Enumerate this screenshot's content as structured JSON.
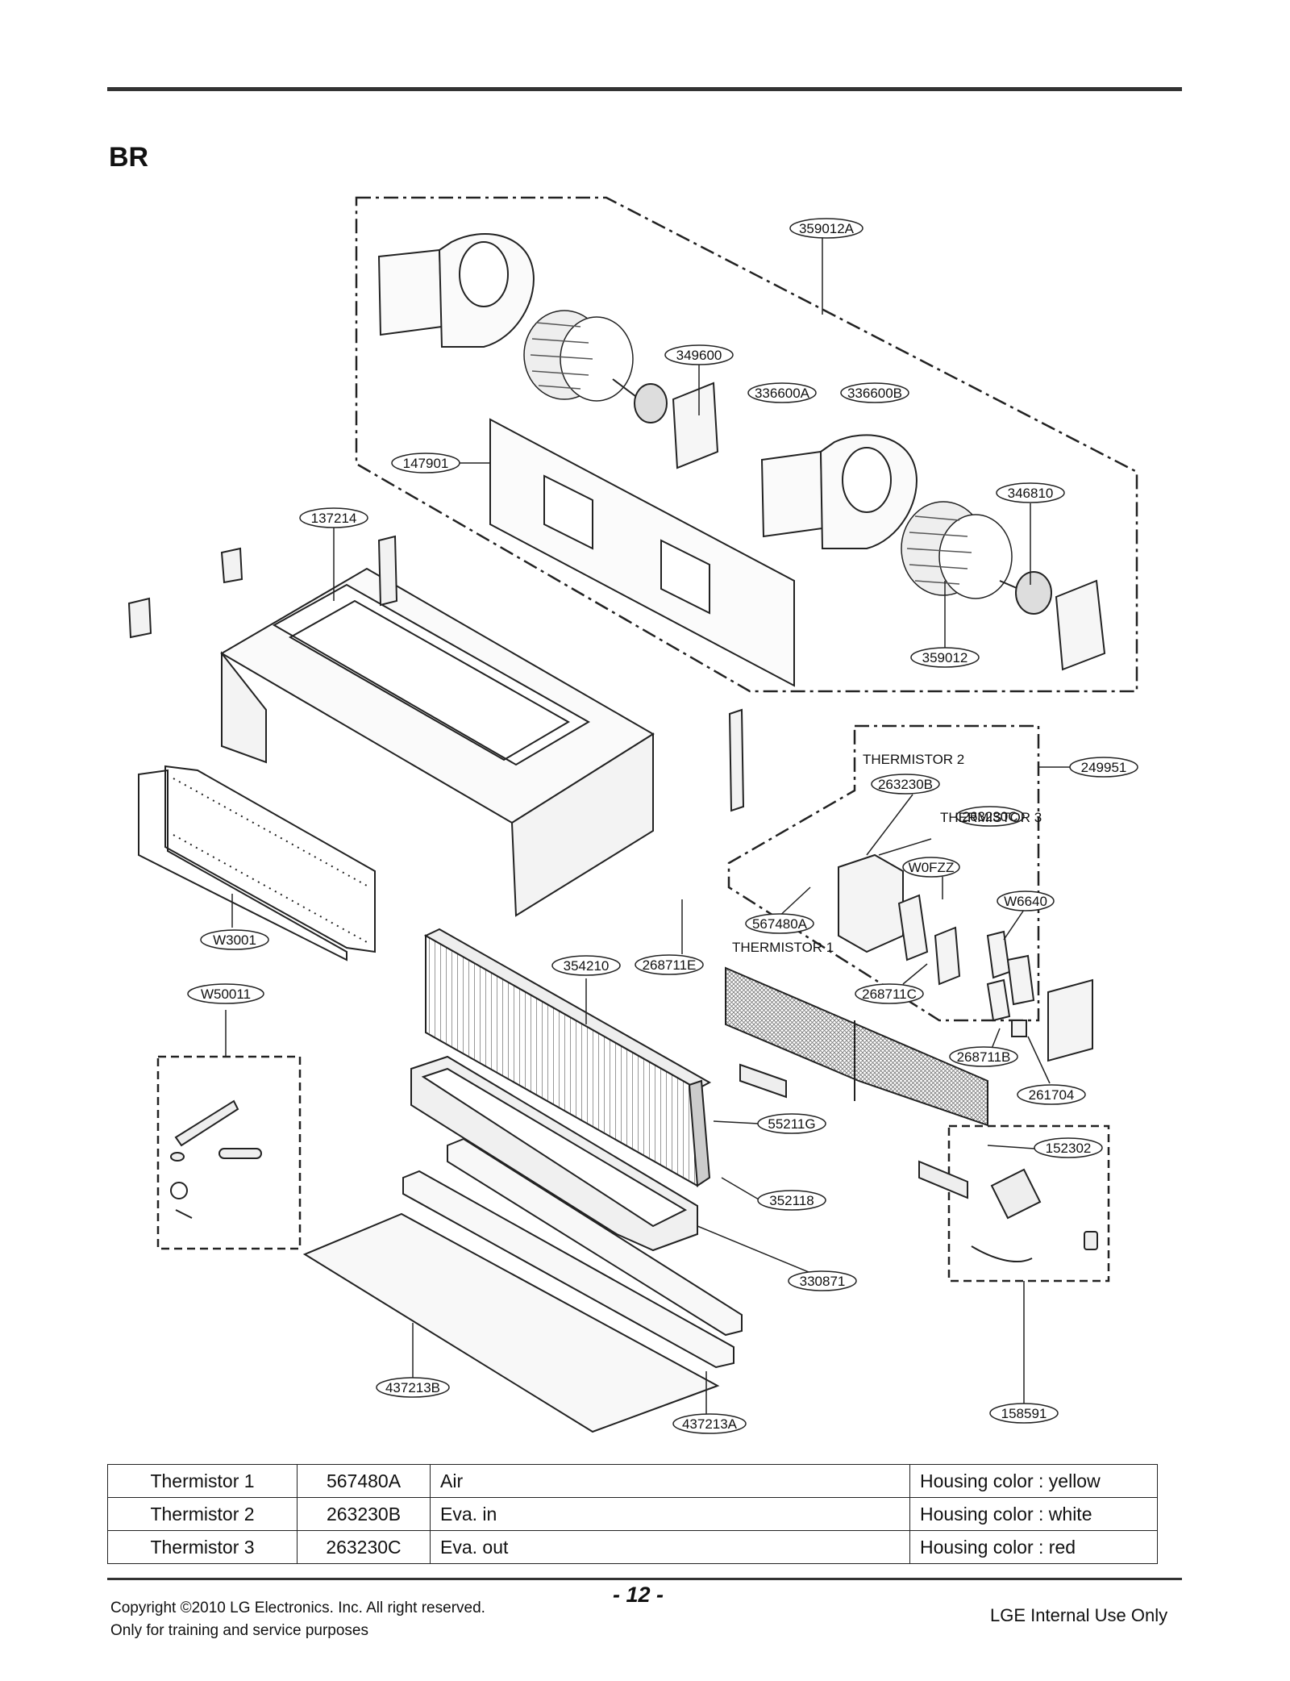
{
  "section_title": "BR",
  "labels": {
    "l359012A": "359012A",
    "l349600": "349600",
    "l336600A": "336600A",
    "l336600B": "336600B",
    "l147901": "147901",
    "l346810": "346810",
    "l137214": "137214",
    "l359012": "359012",
    "l249951": "249951",
    "thermistor2": "THERMISTOR 2",
    "l263230B": "263230B",
    "thermistor3": "THERMISTOR 3",
    "l263230C": "263230C",
    "lW0FZZ": "W0FZZ",
    "lW6640": "W6640",
    "l567480A": "567480A",
    "thermistor1": "THERMISTOR 1",
    "lW3001": "W3001",
    "l354210": "354210",
    "l268711E": "268711E",
    "l268711C": "268711C",
    "lW50011": "W50011",
    "l268711B": "268711B",
    "l261704": "261704",
    "l55211G": "55211G",
    "l152302": "152302",
    "l352118": "352118",
    "l330871": "330871",
    "l437213B": "437213B",
    "l437213A": "437213A",
    "l158591": "158591"
  },
  "thermistor_table": [
    {
      "name": "Thermistor 1",
      "part": "567480A",
      "location": "Air",
      "color": "Housing color : yellow"
    },
    {
      "name": "Thermistor 2",
      "part": "263230B",
      "location": "Eva. in",
      "color": "Housing color : white"
    },
    {
      "name": "Thermistor 3",
      "part": "263230C",
      "location": "Eva. out",
      "color": "Housing color : red"
    }
  ],
  "footer": {
    "copyright": "Copyright ©2010 LG Electronics. Inc. All right reserved.",
    "purpose": "Only for training and service purposes",
    "page_number": "- 12 -",
    "internal_use": "LGE Internal Use Only"
  }
}
